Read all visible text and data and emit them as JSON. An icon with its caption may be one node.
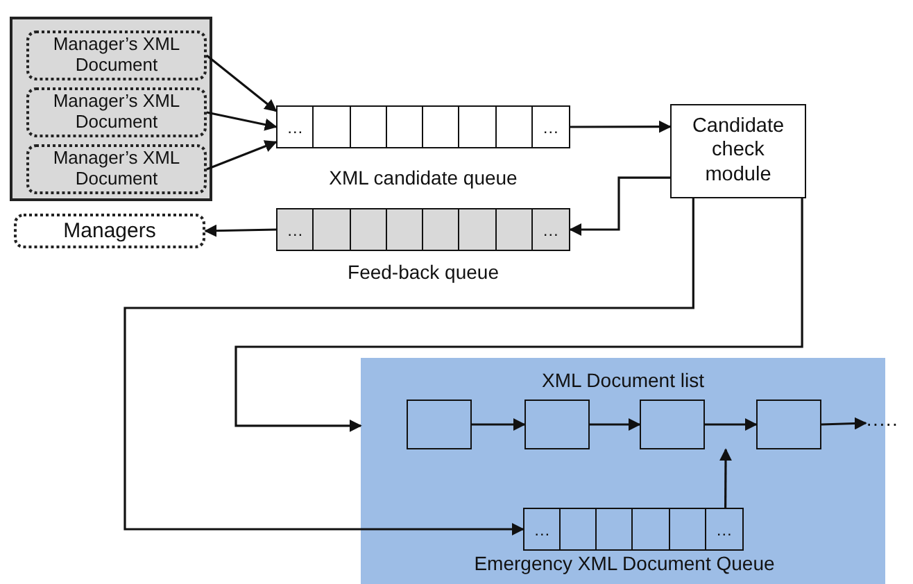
{
  "diagram": {
    "nodes": [
      {
        "text": [],
        "shape": "box"
      },
      {
        "text": [
          "Manager’s XML Document"
        ],
        "in": 0
      },
      {
        "text": [
          "Manager’s XML Document"
        ],
        "in": 0
      },
      {
        "text": [
          "Manager’s XML Document"
        ],
        "in": 0
      },
      {
        "text": [
          "…",
          "…"
        ],
        "beside": [
          "XML candidate queue"
        ]
      },
      {
        "text": [
          "Candidate check module"
        ]
      },
      {
        "text": [
          "Managers"
        ]
      },
      {
        "text": [
          "…",
          "…"
        ],
        "beside": [
          "Feed-back queue"
        ]
      },
      {
        "text": [
          "XML Document list"
        ]
      },
      {
        "text": [],
        "shape": "box",
        "in": 8
      },
      {
        "text": [],
        "shape": "box",
        "in": 8
      },
      {
        "text": [],
        "shape": "box",
        "in": 8
      },
      {
        "text": [],
        "shape": "box",
        "in": 8
      },
      {
        "text": [
          "·····"
        ]
      },
      {
        "text": [
          "…",
          "…"
        ],
        "beside": [
          "Emergency XML Document Queue"
        ],
        "in": 8
      }
    ],
    "edges": [
      {
        "from": 1,
        "to": 4,
        "arrow": "to"
      },
      {
        "from": 2,
        "to": 4,
        "arrow": "to"
      },
      {
        "from": 3,
        "to": 4,
        "arrow": "to"
      },
      {
        "from": 4,
        "to": 5,
        "arrow": "to"
      },
      {
        "from": 5,
        "to": 7,
        "arrow": "to"
      },
      {
        "from": 7,
        "to": 6,
        "arrow": "to"
      },
      {
        "from": 5,
        "to": 8,
        "arrow": "to"
      },
      {
        "from": 5,
        "to": 14,
        "arrow": "to"
      },
      {
        "from": 9,
        "to": 10,
        "arrow": "to"
      },
      {
        "from": 10,
        "to": 11,
        "arrow": "to"
      },
      {
        "from": 11,
        "to": 12,
        "arrow": "to"
      },
      {
        "from": 12,
        "to": 13,
        "arrow": "to"
      },
      {
        "from": 14,
        "to": 11,
        "arrow": "to"
      }
    ]
  }
}
